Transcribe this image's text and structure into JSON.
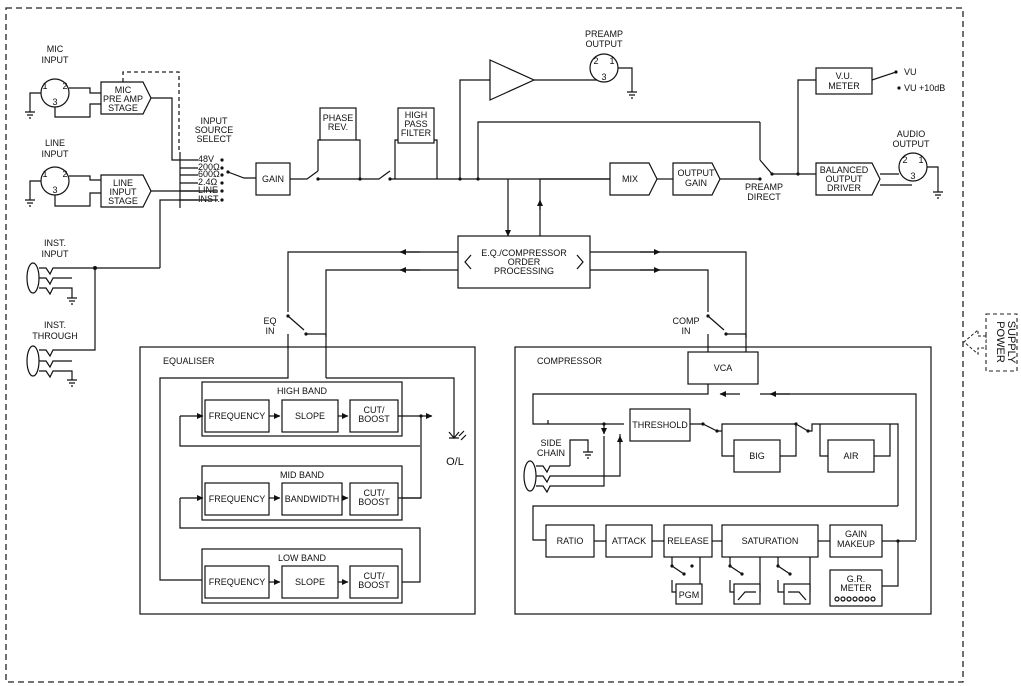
{
  "blocks": {
    "mic_preamp": [
      "MIC",
      "PRE AMP",
      "STAGE"
    ],
    "line_input_stage": [
      "LINE",
      "INPUT",
      "STAGE"
    ],
    "gain": [
      "GAIN"
    ],
    "phase_rev": [
      "PHASE",
      "REV."
    ],
    "high_pass_filter": [
      "HIGH",
      "PASS",
      "FILTER"
    ],
    "mix": [
      "MIX"
    ],
    "output_gain": [
      "OUTPUT",
      "GAIN"
    ],
    "vu_meter": [
      "V.U.",
      "METER"
    ],
    "balanced_output_driver": [
      "BALANCED",
      "OUTPUT",
      "DRIVER"
    ],
    "eq_comp_order": [
      "E.Q./COMPRESSOR",
      "ORDER",
      "PROCESSING"
    ],
    "vca": [
      "VCA"
    ],
    "threshold": [
      "THRESHOLD"
    ],
    "big": [
      "BIG"
    ],
    "air": [
      "AIR"
    ],
    "ratio": [
      "RATIO"
    ],
    "attack": [
      "ATTACK"
    ],
    "release": [
      "RELEASE"
    ],
    "saturation": [
      "SATURATION"
    ],
    "gain_makeup": [
      "GAIN",
      "MAKEUP"
    ],
    "pgm": [
      "PGM"
    ],
    "gr_meter": [
      "G.R.",
      "METER"
    ]
  },
  "labels": {
    "mic_input": [
      "MIC",
      "INPUT"
    ],
    "line_input": [
      "LINE",
      "INPUT"
    ],
    "inst_input": [
      "INST.",
      "INPUT"
    ],
    "inst_through": [
      "INST.",
      "THROUGH"
    ],
    "input_source_select": [
      "INPUT",
      "SOURCE",
      "SELECT"
    ],
    "source_options": [
      "48V",
      "200Ω",
      "600Ω",
      "2.4Ω",
      "LINE",
      "INST."
    ],
    "preamp_output": [
      "PREAMP",
      "OUTPUT"
    ],
    "preamp_direct": [
      "PREAMP",
      "DIRECT"
    ],
    "audio_output": [
      "AUDIO",
      "OUTPUT"
    ],
    "vu": "VU",
    "vu_plus10": "VU +10dB",
    "eq_in": [
      "EQ",
      "IN"
    ],
    "comp_in": [
      "COMP",
      "IN"
    ],
    "side_chain": [
      "SIDE",
      "CHAIN"
    ],
    "ol": "O/L",
    "power_supply": [
      "POWER",
      "SUPPLY"
    ],
    "xlr_pins": [
      "1",
      "2",
      "3"
    ]
  },
  "equaliser": {
    "title": "EQUALISER",
    "bands": [
      {
        "name": "HIGH BAND",
        "controls": [
          [
            "FREQUENCY"
          ],
          [
            "SLOPE"
          ],
          [
            "CUT/",
            "BOOST"
          ]
        ]
      },
      {
        "name": "MID BAND",
        "controls": [
          [
            "FREQUENCY"
          ],
          [
            "BANDWIDTH"
          ],
          [
            "CUT/",
            "BOOST"
          ]
        ]
      },
      {
        "name": "LOW BAND",
        "controls": [
          [
            "FREQUENCY"
          ],
          [
            "SLOPE"
          ],
          [
            "CUT/",
            "BOOST"
          ]
        ]
      }
    ]
  },
  "compressor": {
    "title": "COMPRESSOR"
  }
}
